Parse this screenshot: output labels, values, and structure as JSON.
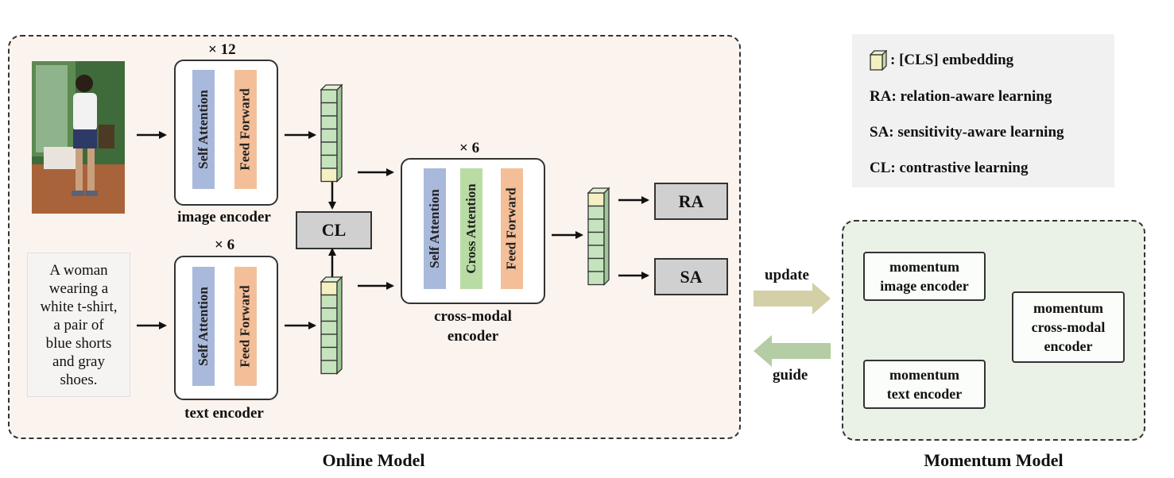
{
  "online_model": {
    "title": "Online Model",
    "image_encoder": {
      "label": "image encoder",
      "multiplier": "× 12",
      "layers": [
        "Self  Attention",
        "Feed  Forward"
      ]
    },
    "text_encoder": {
      "label": "text encoder",
      "multiplier": "× 6",
      "layers": [
        "Self  Attention",
        "Feed  Forward"
      ]
    },
    "cross_modal_encoder": {
      "label_line1": "cross-modal",
      "label_line2": "encoder",
      "multiplier": "× 6",
      "layers": [
        "Self  Attention",
        "Cross  Attention",
        "Feed  Forward"
      ]
    },
    "caption_lines": [
      "A woman",
      "wearing a",
      "white t-shirt,",
      "a pair of",
      "blue shorts",
      "and gray",
      "shoes."
    ],
    "cl_label": "CL",
    "ra_label": "RA",
    "sa_label": "SA"
  },
  "momentum_model": {
    "title": "Momentum Model",
    "image_encoder": [
      "momentum",
      "image encoder"
    ],
    "text_encoder": [
      "momentum",
      "text encoder"
    ],
    "cross_modal_encoder": [
      "momentum",
      "cross-modal",
      "encoder"
    ]
  },
  "arrows": {
    "update": "update",
    "guide": "guide"
  },
  "legend": {
    "cls": ": [CLS] embedding",
    "ra": "RA: relation-aware learning",
    "sa": "SA: sensitivity-aware learning",
    "cl": "CL: contrastive learning"
  },
  "colors": {
    "cls_token": "#f4f0c2",
    "token": "#c5e3bd",
    "self_attention": "#a9b9dc",
    "cross_attention": "#b9dca4",
    "feed_forward": "#f4bf98",
    "update_arrow": "#d3cfa6",
    "guide_arrow": "#b4cda5"
  }
}
